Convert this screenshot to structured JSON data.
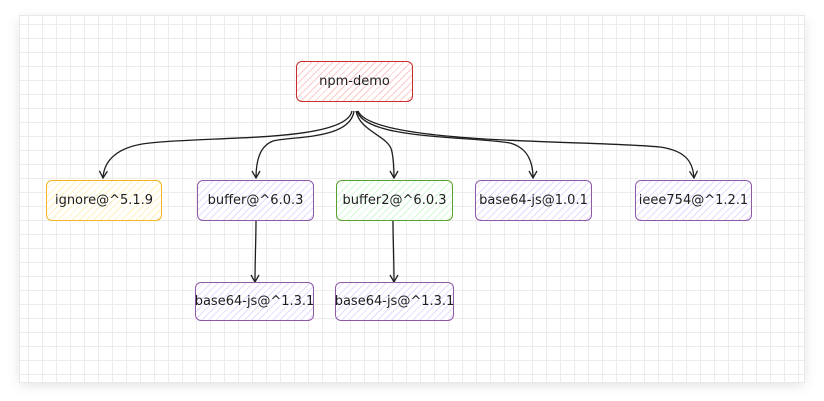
{
  "colors": {
    "red": {
      "stroke": "#c92a2a",
      "fill": "#ffc9c9"
    },
    "yellow": {
      "stroke": "#f0b429",
      "fill": "#fff3bf"
    },
    "purple": {
      "stroke": "#8e5aa6",
      "fill": "#e5dbff"
    },
    "green": {
      "stroke": "#5aa02c",
      "fill": "#d3f9d8"
    },
    "edge": "#1e1e1e",
    "grid": "#ececec"
  },
  "nodes": {
    "root": {
      "label": "npm-demo"
    },
    "ignore": {
      "label": "ignore@^5.1.9"
    },
    "buffer": {
      "label": "buffer@^6.0.3"
    },
    "buffer2": {
      "label": "buffer2@^6.0.3"
    },
    "base64_101": {
      "label": "base64-js@1.0.1"
    },
    "ieee": {
      "label": "ieee754@^1.2.1"
    },
    "buffer_base64": {
      "label": "base64-js@^1.3.1"
    },
    "buffer2_base64": {
      "label": "base64-js@^1.3.1"
    }
  }
}
